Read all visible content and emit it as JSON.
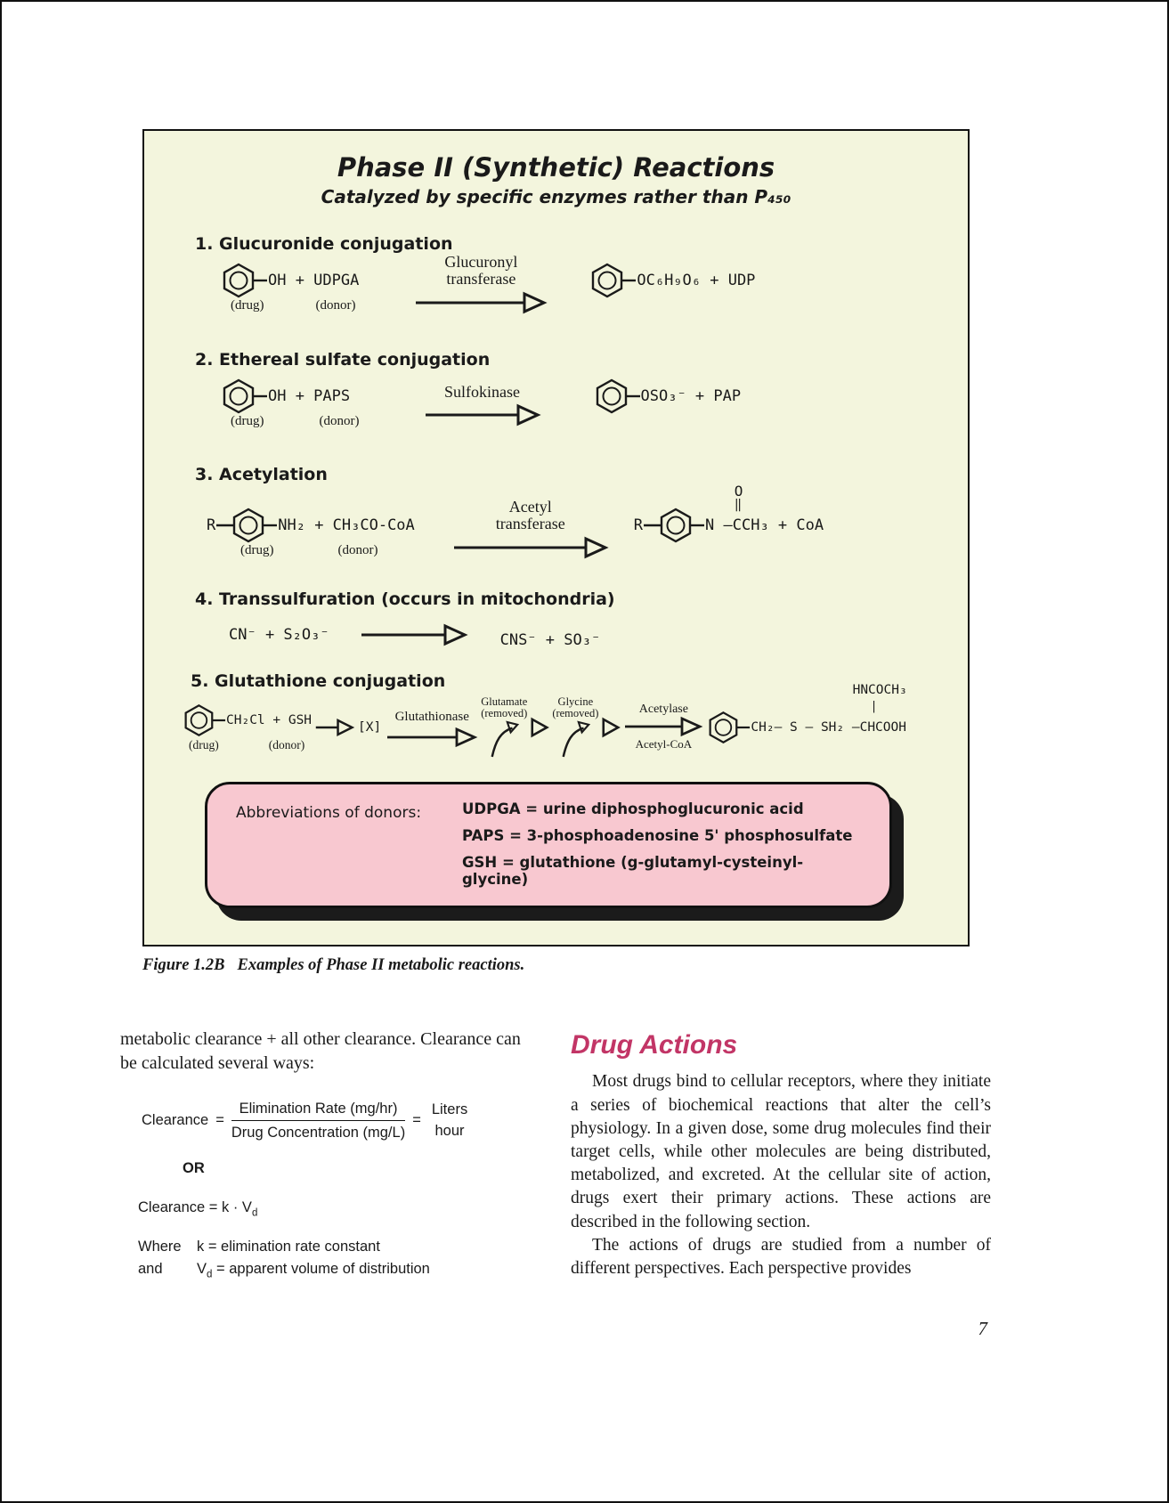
{
  "colors": {
    "figure_bg": "#f3f5dd",
    "abbrev_box_bg": "#f8c8d0",
    "accent_heading": "#c23566",
    "ink": "#1a1a1a"
  },
  "figure": {
    "title": "Phase II (Synthetic) Reactions",
    "subtitle": "Catalyzed by specific enzymes rather than P₄₅₀",
    "r1": {
      "heading": "1. Glucuronide conjugation",
      "reactant": "OH  +  UDPGA",
      "drug": "(drug)",
      "donor": "(donor)",
      "enzyme_1": "Glucuronyl",
      "enzyme_2": "transferase",
      "product": "OC₆H₉O₆  +  UDP"
    },
    "r2": {
      "heading": "2. Ethereal sulfate conjugation",
      "reactant": "OH  +  PAPS",
      "drug": "(drug)",
      "donor": "(donor)",
      "enzyme": "Sulfokinase",
      "product": "OSO₃⁻  +  PAP"
    },
    "r3": {
      "heading": "3. Acetylation",
      "r_prefix": "R",
      "reactant": "NH₂ +  CH₃CO-CoA",
      "drug": "(drug)",
      "donor": "(donor)",
      "enzyme_1": "Acetyl",
      "enzyme_2": "transferase",
      "product_prefix": "R",
      "product_n": "N — ",
      "carbonyl_o": "O",
      "carbonyl_bond": "‖",
      "product_tail": "CCH₃  +  CoA"
    },
    "r4": {
      "heading": "4. Transsulfuration (occurs in mitochondria)",
      "lhs": "CN⁻ + S₂O₃⁻",
      "rhs": "CNS⁻ +  SO₃⁻"
    },
    "r5": {
      "heading": "5. Glutathione conjugation",
      "reactant": "CH₂Cl + GSH",
      "drug": "(drug)",
      "donor": "(donor)",
      "intermediate": "[X]",
      "enzyme": "Glutathionase",
      "glutamate_1": "Glutamate",
      "glutamate_2": "(removed)",
      "glycine_1": "Glycine",
      "glycine_2": "(removed)",
      "acetylase": "Acetylase",
      "acetyl_coa": "Acetyl-CoA",
      "product_mid": "CH₂– S — SH₂ –",
      "product_top": "HNCOCH₃",
      "product_bond": "|",
      "product_end": "CHCOOH"
    },
    "abbrev": {
      "label": "Abbreviations of donors:",
      "line1": "UDPGA = urine diphosphoglucuronic acid",
      "line2": "PAPS = 3-phosphoadenosine 5' phosphosulfate",
      "line3": "GSH = glutathione (g-glutamyl-cysteinyl-glycine)"
    },
    "caption_label": "Figure 1.2B",
    "caption_text": "Examples of Phase II metabolic reactions."
  },
  "body": {
    "left_para": "metabolic clearance + all other clearance. Clearance can be calculated several ways:",
    "clearance_label": "Clearance",
    "equals_1": "=",
    "fraction_num": "Elimination Rate (mg/hr)",
    "fraction_den": "Drug Concentration (mg/L)",
    "equals_2": "=",
    "unit_num": "Liters",
    "unit_den": "hour",
    "or_label": "OR",
    "clearance_k": "Clearance  =  k · V",
    "clearance_k_sub": "d",
    "where_label": "Where",
    "k_definition": "k  =  elimination rate constant",
    "and_label": "and",
    "vd_pre": "V",
    "vd_sub": "d",
    "vd_definition": " =  apparent volume of distribution"
  },
  "drug_actions": {
    "heading": "Drug Actions",
    "para1": "Most drugs bind to cellular receptors, where they initiate a series of biochemical reactions that alter the cell’s physiology. In a given dose, some drug molecules find their target cells, while other molecules are being distributed, metabolized, and excreted. At the cellular site of action, drugs exert their primary actions. These actions are described in the following section.",
    "para2": "The actions of drugs are studied from a number of different perspectives. Each perspective provides"
  },
  "page_number": "7"
}
